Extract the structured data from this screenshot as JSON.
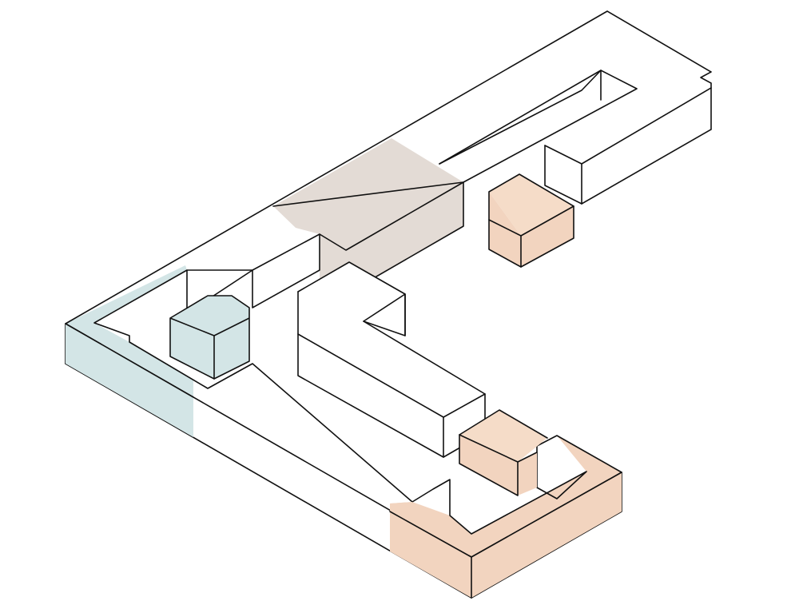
{
  "colors": {
    "background": "#ffffff",
    "line": "#111111",
    "white_mass": "#ffffff",
    "zone_blue": "#d3e5e6",
    "zone_taupe": "#e3dbd5",
    "zone_peach": "#f2d4bf",
    "zone_peach_light": "#f5dcc8"
  },
  "zones": [
    {
      "name": "blue-zone",
      "color_key": "zone_blue"
    },
    {
      "name": "taupe-zone",
      "color_key": "zone_taupe"
    },
    {
      "name": "peach-zone",
      "color_key": "zone_peach"
    }
  ]
}
